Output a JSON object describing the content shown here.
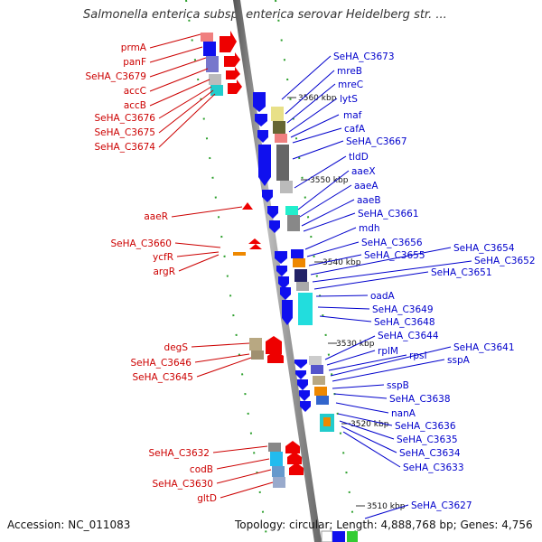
{
  "title": "Salmonella enterica subsp. enterica serovar Heidelberg str. ...",
  "footer": {
    "accession": "Accession: NC_011083",
    "topology": "Topology: circular; Length: 4,888,768 bp; Genes: 4,756"
  },
  "ruler": [
    "3560 kbp",
    "3550 kbp",
    "3540 kbp",
    "3530 kbp",
    "3520 kbp",
    "3510 kbp"
  ],
  "left_labels": [
    "prmA",
    "panF",
    "SeHA_C3679",
    "accC",
    "accB",
    "SeHA_C3676",
    "SeHA_C3675",
    "SeHA_C3674",
    "aaeR",
    "SeHA_C3660",
    "ycfR",
    "argR",
    "degS",
    "SeHA_C3646",
    "SeHA_C3645",
    "SeHA_C3632",
    "codB",
    "SeHA_C3630",
    "gltD"
  ],
  "right_labels": [
    "SeHA_C3673",
    "mreB",
    "mreC",
    "lytS",
    "maf",
    "cafA",
    "SeHA_C3667",
    "tldD",
    "aaeX",
    "aaeA",
    "aaeB",
    "SeHA_C3661",
    "mdh",
    "SeHA_C3656",
    "SeHA_C3655",
    "SeHA_C3654",
    "SeHA_C3652",
    "SeHA_C3651",
    "oadA",
    "SeHA_C3649",
    "SeHA_C3648",
    "SeHA_C3644",
    "rplM",
    "rpsI",
    "SeHA_C3641",
    "sspA",
    "sspB",
    "SeHA_C3638",
    "nanA",
    "SeHA_C3636",
    "SeHA_C3635",
    "SeHA_C3634",
    "SeHA_C3633",
    "SeHA_C3627"
  ],
  "colors": {
    "forward": "#ff0000",
    "reverse": "#0000ff",
    "left_label": "#cc0000",
    "right_label": "#0000cc",
    "backbone": "#808080",
    "tick": "#2ea02e"
  }
}
